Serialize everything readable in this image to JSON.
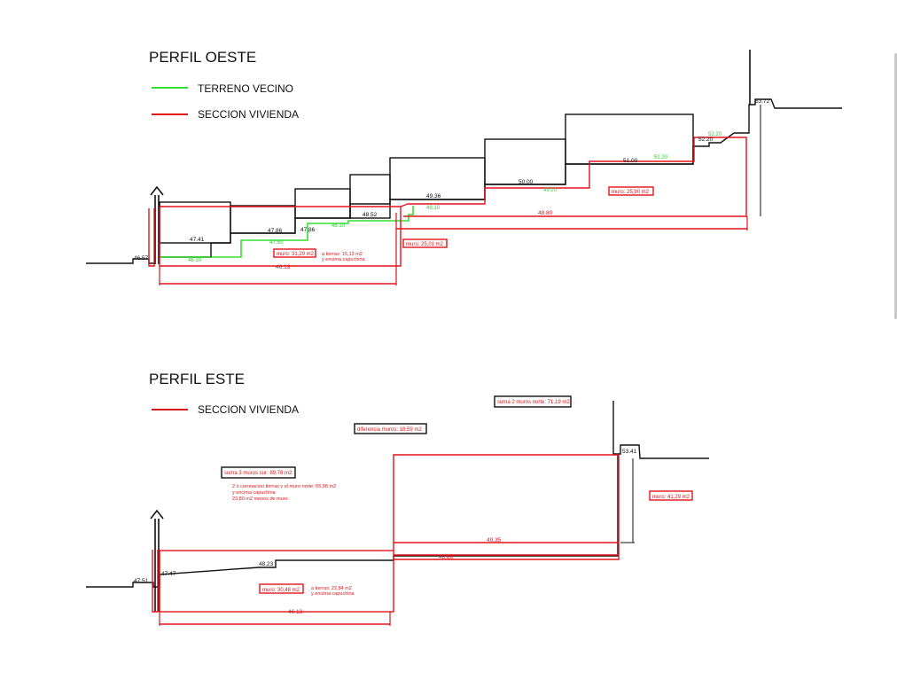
{
  "west": {
    "title": "PERFIL OESTE",
    "legend": [
      {
        "label": "TERRENO VECINO",
        "color": "#33e033"
      },
      {
        "label": "SECCION VIVIENDA",
        "color": "#e0131a"
      }
    ],
    "levels": {
      "l4657": "46.57",
      "l4741": "47.41",
      "l4786a": "47.86",
      "l4786b": "47.86",
      "l4852": "48.52",
      "l4936": "49.36",
      "l5000": "50.00",
      "l5100": "51.00",
      "l5220": "52.20",
      "l5372": "53.72",
      "l4613": "46.13",
      "l4880": "48.80"
    },
    "terrain_levels": {
      "g4610": "46.10",
      "g4750": "47.50",
      "g4810": "48.10",
      "g4910": "49.10",
      "g4920": "49.20",
      "g5120": "51.20",
      "g5220": "52.20"
    },
    "boxes": {
      "muro1": "muro: 31,29 m2",
      "muro2": "muro: 25,01 m2",
      "muro3": "muro: 25,90 m2"
    },
    "notes": {
      "n1a": "a tierras: 15,13 m2",
      "n1b": "y encima capuchina"
    }
  },
  "east": {
    "title": "PERFIL ESTE",
    "legend": [
      {
        "label": "SECCION VIVIENDA",
        "color": "#e0131a"
      }
    ],
    "levels": {
      "l4751": "47.51",
      "l4747": "47.47",
      "l4823": "48.23",
      "l4935": "49.35",
      "l4880": "48.80",
      "l5341": "53.41",
      "l4613": "46.13"
    },
    "boxes": {
      "suma2": "suma 2 muros norte: 71,19 m2",
      "diferencia": "diferencia muros: 18,59 m2",
      "suma3": "suma 3 muros sur: 89,78 m2",
      "muro1": "muro: 30,48 m2",
      "muro2": "muro: 41,29 m2"
    },
    "notes": {
      "c1": "2 o coronacion tierras y el muro norte: 65,98 m2",
      "c2": "y encima capuchina",
      "c3": "23,80 m2 menos de muro",
      "t1": "a tierras: 22,84 m2",
      "t2": "y encima capuchina"
    }
  }
}
